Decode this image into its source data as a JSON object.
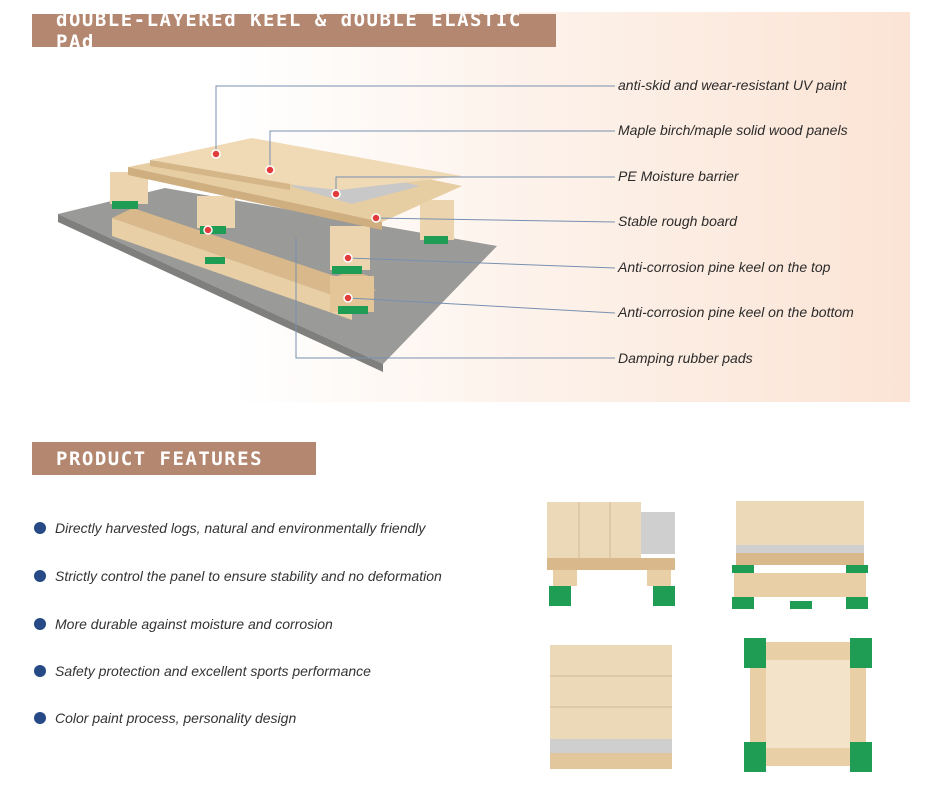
{
  "banners": {
    "structure_title": "dOUBLE-LAYEREd KEEL & dOUBLE ELASTIC PAd",
    "features_title": "PRODUCT FEATURES"
  },
  "diagram": {
    "labels": [
      "anti-skid and wear-resistant UV paint",
      "Maple birch/maple solid wood panels",
      "PE Moisture barrier",
      "Stable rough board",
      "Anti-corrosion pine keel on the top",
      "Anti-corrosion pine keel on the bottom",
      "Damping rubber pads"
    ]
  },
  "features": [
    "Directly harvested logs, natural and environmentally friendly",
    "Strictly control the panel to ensure stability and no deformation",
    "More durable against moisture and corrosion",
    "Safety protection and excellent sports performance",
    "Color paint process, personality design"
  ],
  "colors": {
    "banner": "#b38770",
    "bullet": "#254a86",
    "rubber": "#1f9d55",
    "wood": "#e8cfa6",
    "concrete": "#9a9a98"
  }
}
